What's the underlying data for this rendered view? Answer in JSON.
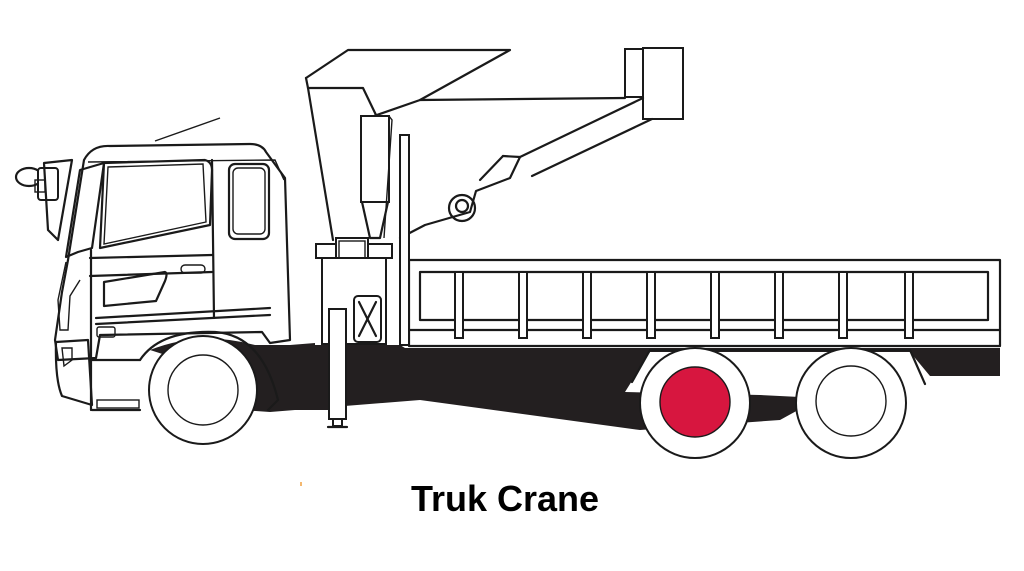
{
  "diagram": {
    "title": "Truk Crane",
    "subject": "truck-mounted crane",
    "colors": {
      "outline": "#1a1a1a",
      "chassis": "#231f20",
      "highlighted_wheel": "#d7163f",
      "background": "#ffffff"
    },
    "parts": {
      "cab": "cab",
      "crane_boom": "boom",
      "hook": "hook",
      "outrigger": "outrigger",
      "flatbed": "flatbed",
      "front_wheel": "front wheel",
      "rear_wheel_1": "rear wheel (highlighted)",
      "rear_wheel_2": "rear wheel"
    },
    "flatbed_posts": 8
  }
}
